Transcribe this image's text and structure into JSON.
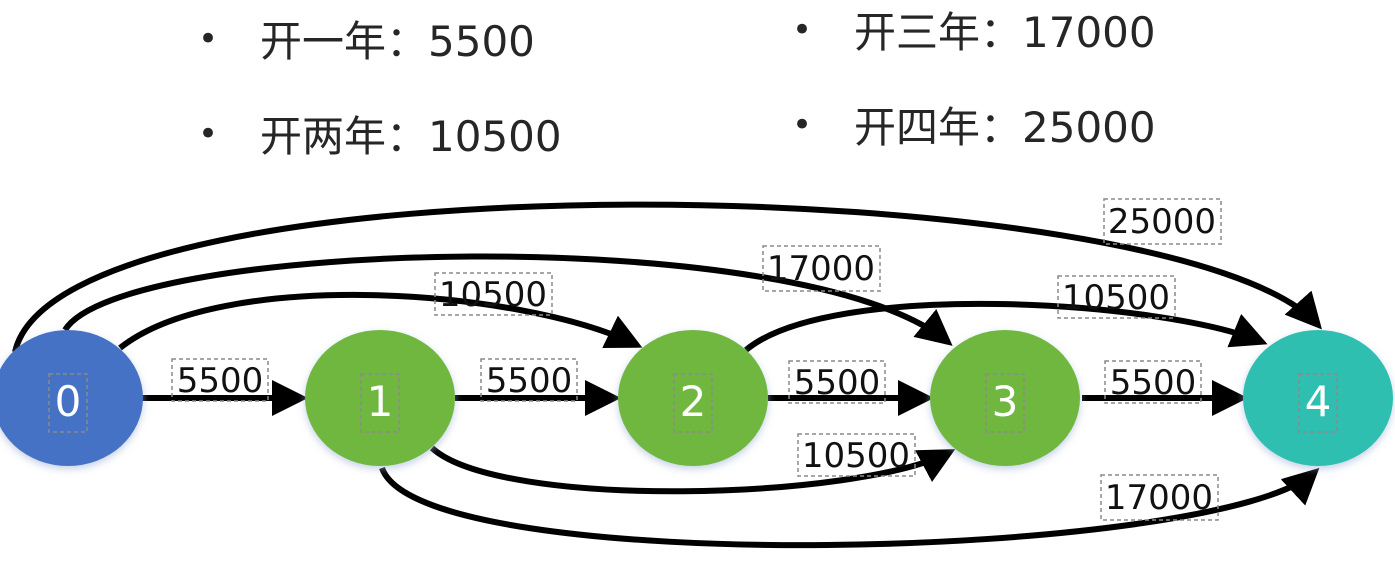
{
  "bullets_left": [
    {
      "text": "开一年：5500"
    },
    {
      "text": "开两年：10500"
    }
  ],
  "bullets_right": [
    {
      "text": "开三年：17000"
    },
    {
      "text": "开四年：25000"
    }
  ],
  "bullet_glyph": "•",
  "graph": {
    "nodes": [
      {
        "id": "0",
        "label": "0",
        "color": "#4472C4"
      },
      {
        "id": "1",
        "label": "1",
        "color": "#70B73F"
      },
      {
        "id": "2",
        "label": "2",
        "color": "#70B73F"
      },
      {
        "id": "3",
        "label": "3",
        "color": "#70B73F"
      },
      {
        "id": "4",
        "label": "4",
        "color": "#2EBFB0"
      }
    ],
    "edges": [
      {
        "from": "0",
        "to": "1",
        "weight": "5500"
      },
      {
        "from": "1",
        "to": "2",
        "weight": "5500"
      },
      {
        "from": "2",
        "to": "3",
        "weight": "5500"
      },
      {
        "from": "3",
        "to": "4",
        "weight": "5500"
      },
      {
        "from": "0",
        "to": "2",
        "weight": "10500"
      },
      {
        "from": "1",
        "to": "3",
        "weight": "10500"
      },
      {
        "from": "2",
        "to": "4",
        "weight": "10500"
      },
      {
        "from": "0",
        "to": "3",
        "weight": "17000"
      },
      {
        "from": "1",
        "to": "4",
        "weight": "17000"
      },
      {
        "from": "0",
        "to": "4",
        "weight": "25000"
      }
    ]
  }
}
